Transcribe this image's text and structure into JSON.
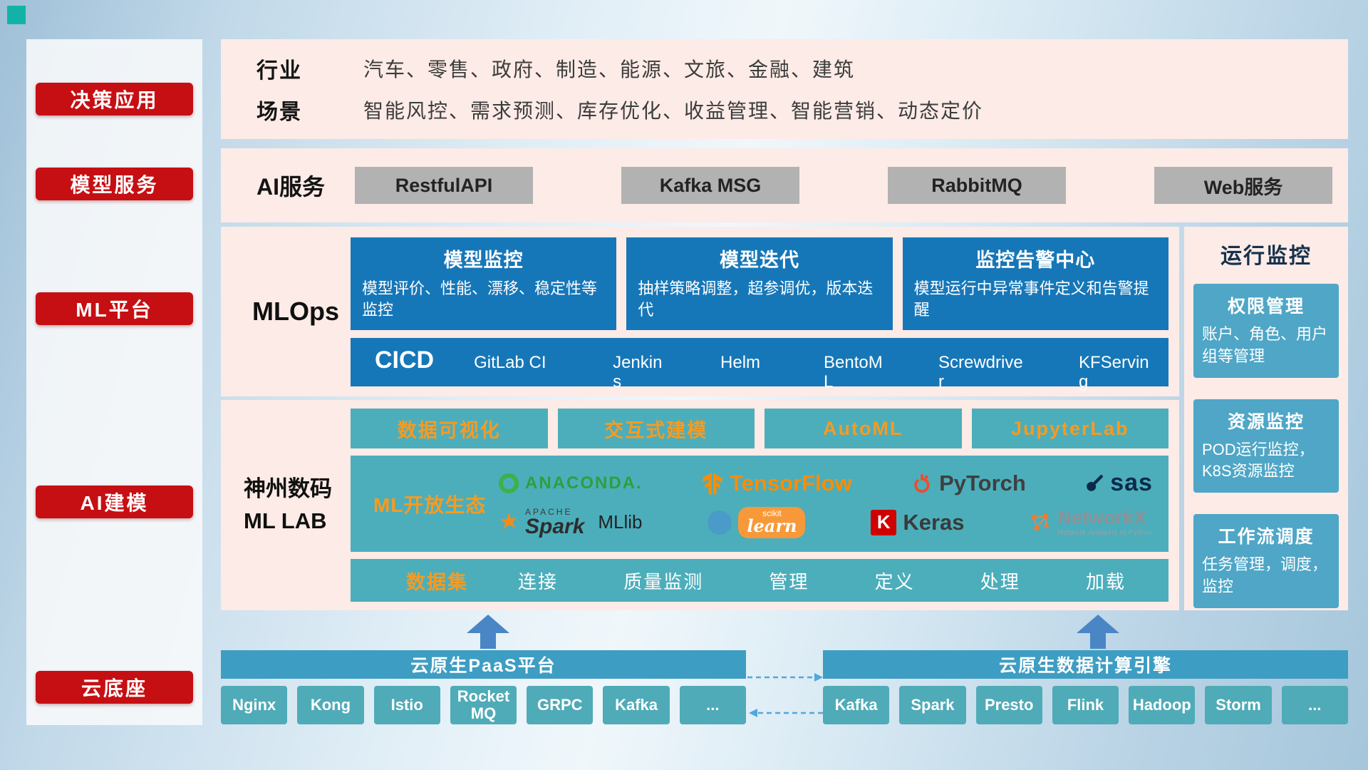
{
  "colors": {
    "badge_red": "#c60f13",
    "panel_pink": "#fcebe6",
    "deep_blue": "#1677b8",
    "teal": "#4caebb",
    "card_blue": "#4fa6c6",
    "header_teal": "#3e9dc3",
    "orange_accent": "#f59b22",
    "gray_button": "#b2b2b2",
    "arrow_blue": "#4a86c6"
  },
  "icons": {
    "anaconda": "green-ring",
    "tensorflow": "orange-tf-block",
    "pytorch": "orange-flame-ring",
    "sas": "navy-comet",
    "spark": "orange-star",
    "scikit_learn": "blue-circle-orange-badge",
    "keras": "red-k-square",
    "networkx": "orange-node-graph",
    "up_arrow": "solid-block-arrow",
    "dashed_arrow": "dashed-connector-arrow"
  },
  "sidebar": {
    "items": [
      {
        "label": "决策应用"
      },
      {
        "label": "模型服务"
      },
      {
        "label": "ML平台"
      },
      {
        "label": "AI建模"
      },
      {
        "label": "云底座"
      }
    ]
  },
  "industry": {
    "rows": [
      {
        "label": "行业",
        "value": "汽车、零售、政府、制造、能源、文旅、金融、建筑"
      },
      {
        "label": "场景",
        "value": "智能风控、需求预测、库存优化、收益管理、智能营销、动态定价"
      }
    ]
  },
  "ai_service": {
    "label": "AI服务",
    "buttons": [
      "RestfulAPI",
      "Kafka MSG",
      "RabbitMQ",
      "Web服务"
    ]
  },
  "mlops": {
    "label": "MLOps",
    "cards": [
      {
        "title": "模型监控",
        "desc": "模型评价、性能、漂移、稳定性等监控"
      },
      {
        "title": "模型迭代",
        "desc": "抽样策略调整，超参调优，版本迭代"
      },
      {
        "title": "监控告警中心",
        "desc": "模型运行中异常事件定义和告警提醒"
      }
    ],
    "cicd": {
      "label": "CICD",
      "items": [
        "GitLab CI",
        "Jenkins",
        "Helm",
        "BentoML",
        "Screwdriver",
        "KFServing"
      ]
    }
  },
  "mllab": {
    "label_line1": "神州数码",
    "label_line2": "ML LAB",
    "tools": [
      "数据可视化",
      "交互式建模",
      "AutoML",
      "JupyterLab"
    ],
    "eco": {
      "label": "ML开放生态",
      "row1": [
        {
          "name": "ANACONDA."
        },
        {
          "name": "TensorFlow"
        },
        {
          "name": "PyTorch"
        },
        {
          "name": "sas"
        }
      ],
      "row2": [
        {
          "brand": "APACHE",
          "name": "Spark",
          "suffix": "MLlib"
        },
        {
          "top": "scikit",
          "name": "learn"
        },
        {
          "icon_letter": "K",
          "name": "Keras"
        },
        {
          "name": "NetworkX",
          "subtitle": "Network Analysis in Python"
        }
      ]
    },
    "dataset": {
      "label": "数据集",
      "items": [
        "连接",
        "质量监测",
        "管理",
        "定义",
        "处理",
        "加载"
      ]
    }
  },
  "monitor": {
    "title": "运行监控",
    "cards": [
      {
        "title": "权限管理",
        "desc": "账户、角色、用户组等管理"
      },
      {
        "title": "资源监控",
        "desc": "POD运行监控，K8S资源监控"
      },
      {
        "title": "工作流调度",
        "desc": "任务管理，调度，监控"
      }
    ]
  },
  "foundation": {
    "paas": {
      "title": "云原生PaaS平台",
      "items": [
        "Nginx",
        "Kong",
        "Istio",
        "RocketMQ",
        "GRPC",
        "Kafka",
        "..."
      ]
    },
    "engine": {
      "title": "云原生数据计算引擎",
      "items": [
        "Kafka",
        "Spark",
        "Presto",
        "Flink",
        "Hadoop",
        "Storm",
        "..."
      ]
    }
  }
}
